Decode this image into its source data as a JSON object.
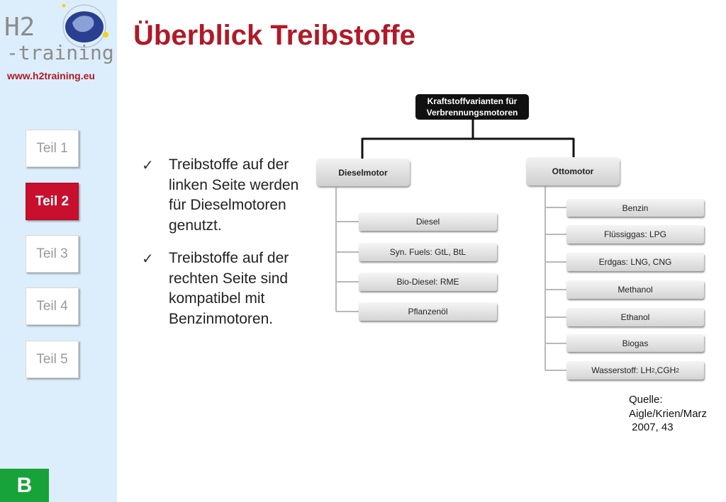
{
  "logo": {
    "line1": "H2",
    "line2": "-training",
    "url": "www.h2training.eu"
  },
  "title": "Überblick Treibstoffe",
  "nav": [
    {
      "label": "Teil 1",
      "active": false
    },
    {
      "label": "Teil 2",
      "active": true
    },
    {
      "label": "Teil 3",
      "active": false
    },
    {
      "label": "Teil 4",
      "active": false
    },
    {
      "label": "Teil 5",
      "active": false
    }
  ],
  "corner_label": "B",
  "bullets": [
    "Treibstoffe auf der linken Seite werden für Dieselmotoren genutzt.",
    "Treibstoffe auf der rechten Seite sind kompatibel mit Benzinmotoren."
  ],
  "diagram": {
    "root_line1": "Kraftstoffvarianten für",
    "root_line2": "Verbrennungsmotoren",
    "diesel": {
      "label": "Dieselmotor",
      "items": [
        "Diesel",
        "Syn. Fuels: GtL, BtL",
        "Bio-Diesel: RME",
        "Pflanzenöl"
      ]
    },
    "otto": {
      "label": "Ottomotor",
      "items": [
        "Benzin",
        "Flüssiggas: LPG",
        "Erdgas: LNG, CNG",
        "Methanol",
        "Ethanol",
        "Biogas"
      ],
      "last_item": {
        "prefix": "Wasserstoff: LH",
        "sub1": "2",
        "mid": ",CGH",
        "sub2": "2"
      }
    }
  },
  "source": "Quelle:\nAigle/Krien/Marz\n 2007, 43",
  "colors": {
    "brand_red": "#b01a28",
    "active_tab": "#c8102e",
    "sidebar_bg": "#dceefb",
    "corner_green": "#17a33a"
  }
}
